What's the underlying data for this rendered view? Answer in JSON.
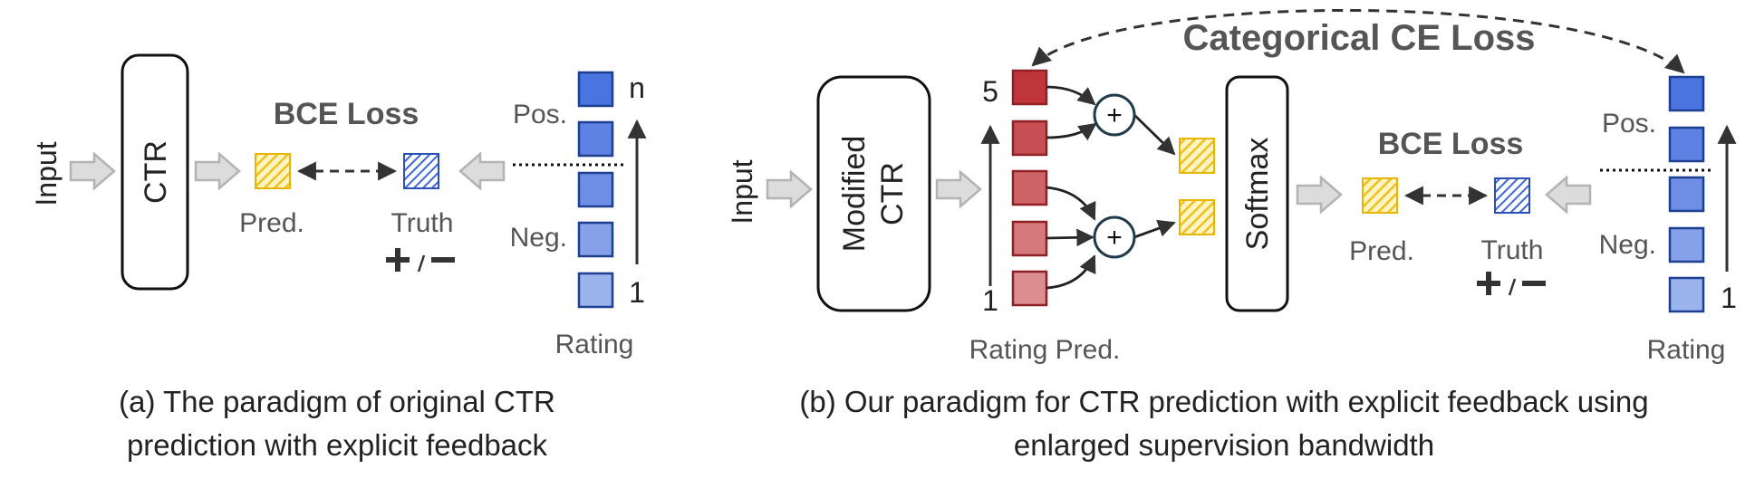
{
  "panel_a": {
    "input_label": "Input",
    "model_label": "CTR",
    "loss_label": "BCE Loss",
    "pred_label": "Pred.",
    "truth_label": "Truth",
    "pos_label": "Pos.",
    "neg_label": "Neg.",
    "rating_label": "Rating",
    "scale_top": "n",
    "scale_bottom": "1",
    "caption_line1": "(a) The paradigm of original CTR",
    "caption_line2": "prediction with explicit feedback"
  },
  "panel_b": {
    "input_label": "Input",
    "model_label_line1": "Modified",
    "model_label_line2": "CTR",
    "softmax_label": "Softmax",
    "ce_loss_label": "Categorical CE Loss",
    "loss_label": "BCE Loss",
    "pred_label": "Pred.",
    "truth_label": "Truth",
    "pos_label": "Pos.",
    "neg_label": "Neg.",
    "rating_label": "Rating",
    "rating_pred_label": "Rating Pred.",
    "scale_top_pred": "5",
    "scale_bottom_pred": "1",
    "scale_bottom": "1",
    "plus_symbol": "+",
    "caption_line1": "(b) Our paradigm for CTR prediction with explicit feedback using",
    "caption_line2": "enlarged supervision bandwidth"
  },
  "colors": {
    "blue_dark": "#4a74e0",
    "blue_mid": "#6f8fe6",
    "blue_light": "#9cb4ee",
    "red_1": "#c0353a",
    "red_2": "#c74e52",
    "red_3": "#cf6468",
    "red_4": "#d6797d",
    "red_5": "#dc8d90",
    "yellow": "#f5c842",
    "arrow_gray": "#d9d9d9"
  }
}
